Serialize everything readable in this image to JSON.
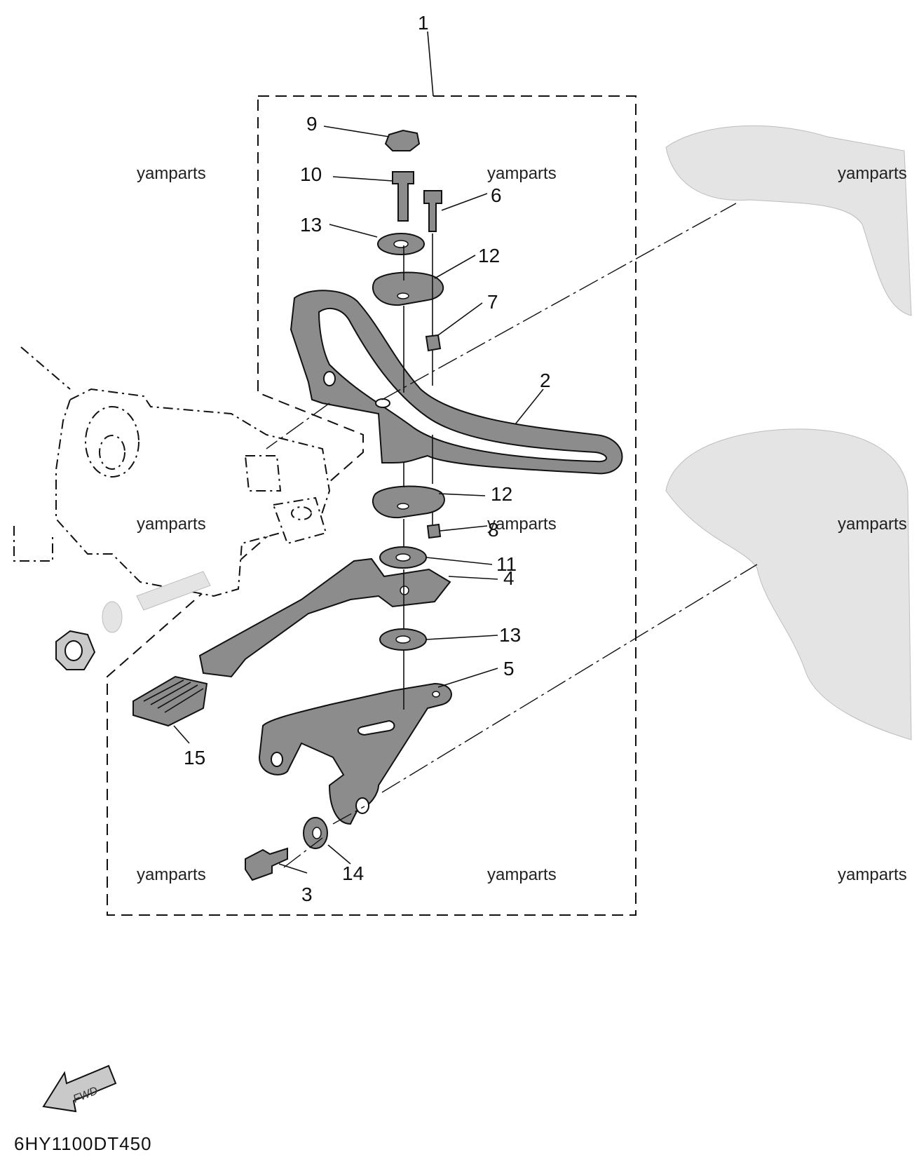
{
  "callouts": [
    "1",
    "2",
    "3",
    "4",
    "5",
    "6",
    "7",
    "8",
    "9",
    "10",
    "11",
    "12",
    "12",
    "13",
    "13",
    "14",
    "15"
  ],
  "watermark": "yamparts",
  "fwd_label": "FWD",
  "diagram_code": "6HY1100DT450",
  "icons": [
    "fwd-arrow-icon"
  ]
}
